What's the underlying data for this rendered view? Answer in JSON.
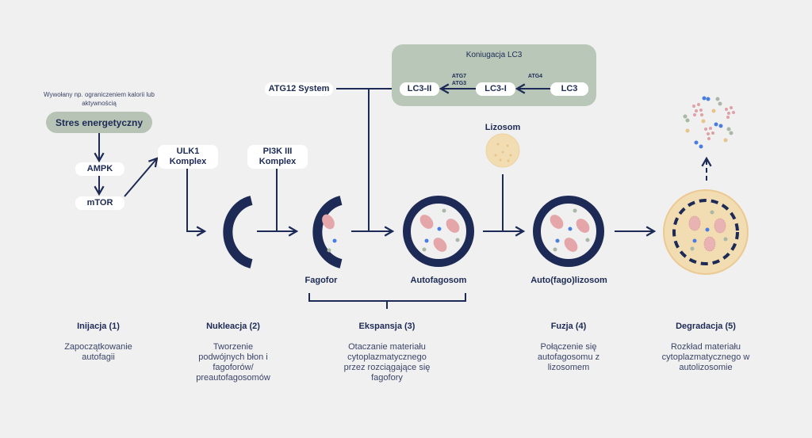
{
  "colors": {
    "navy": "#1c2a55",
    "sage": "#b7c4b5",
    "peach": "#f2dcb2",
    "pink": "#e4a6a8",
    "blue": "#4a7de0",
    "gray_green": "#a9b8a6"
  },
  "trigger": {
    "note": "Wywołany np. ograniczeniem kalorii lub aktywnością",
    "stress": "Stres energetyczny",
    "ampk": "AMPK",
    "mtor": "mTOR"
  },
  "complexes": {
    "ulk1": "ULK1 Komplex",
    "pi3k": "PI3K III Komplex",
    "atg12": "ATG12 System"
  },
  "lc3_panel": {
    "title": "Koniugacja LC3",
    "lc3": "LC3",
    "lc3_i": "LC3-I",
    "lc3_ii": "LC3-II",
    "enzyme_atg4": "ATG4",
    "enzyme_atg7": "ATG7",
    "enzyme_atg3": "ATG3"
  },
  "structures": {
    "fagofor": "Fagofor",
    "autofagosom": "Autofagosom",
    "lizosom": "Lizosom",
    "autolizosom": "Auto(fago)lizosom"
  },
  "stages": [
    {
      "title": "Inijacja (1)",
      "desc": "Zapoczątkowanie autofagii"
    },
    {
      "title": "Nukleacja (2)",
      "desc": "Tworzenie podwójnych błon i fagoforów/ preautofagosomów"
    },
    {
      "title": "Ekspansja (3)",
      "desc": "Otaczanie materiału cytoplazmatycznego przez rozciągające się fagofory"
    },
    {
      "title": "Fuzja (4)",
      "desc": "Połączenie się autofagosomu z lizosomem"
    },
    {
      "title": "Degradacja (5)",
      "desc": "Rozkład materiału cytoplazmatycznego w autolizosomie"
    }
  ]
}
